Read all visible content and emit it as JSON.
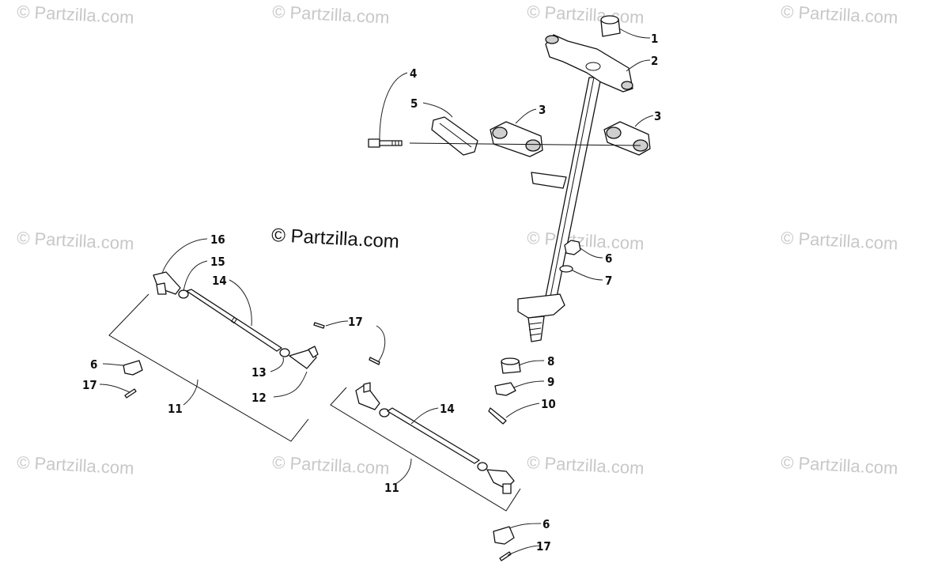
{
  "watermarks": {
    "text": "© Partzilla.com",
    "main_text": "© Partzilla.com"
  },
  "callouts": {
    "c1": "1",
    "c2": "2",
    "c3a": "3",
    "c3b": "3",
    "c4": "4",
    "c5": "5",
    "c6a": "6",
    "c7": "7",
    "c8": "8",
    "c9": "9",
    "c10": "10",
    "c16": "16",
    "c15": "15",
    "c14a": "14",
    "c17a": "17",
    "c6b": "6",
    "c17b": "17",
    "c13": "13",
    "c12": "12",
    "c11a": "11",
    "c14b": "14",
    "c11b": "11",
    "c6c": "6",
    "c17c": "17"
  }
}
